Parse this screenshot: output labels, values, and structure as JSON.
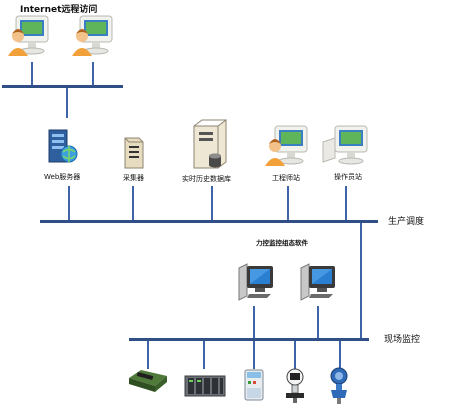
{
  "header": {
    "title": "Internet远程访问"
  },
  "middle_tier": {
    "nodes": [
      {
        "label": "Web服务器",
        "icon": "web-server-icon"
      },
      {
        "label": "采集器",
        "icon": "collector-icon"
      },
      {
        "label": "实时历史数据库",
        "icon": "database-server-icon"
      },
      {
        "label": "工程师站",
        "icon": "engineer-workstation-icon"
      },
      {
        "label": "操作员站",
        "icon": "operator-workstation-icon"
      }
    ],
    "bus_label": "生产调度"
  },
  "software": {
    "label": "力控监控组态软件"
  },
  "field_tier": {
    "bus_label": "现场监控"
  },
  "colors": {
    "bus": "#2f4f86",
    "drop": "#3d63a8",
    "monitor_screen": "#2a7fd0"
  }
}
